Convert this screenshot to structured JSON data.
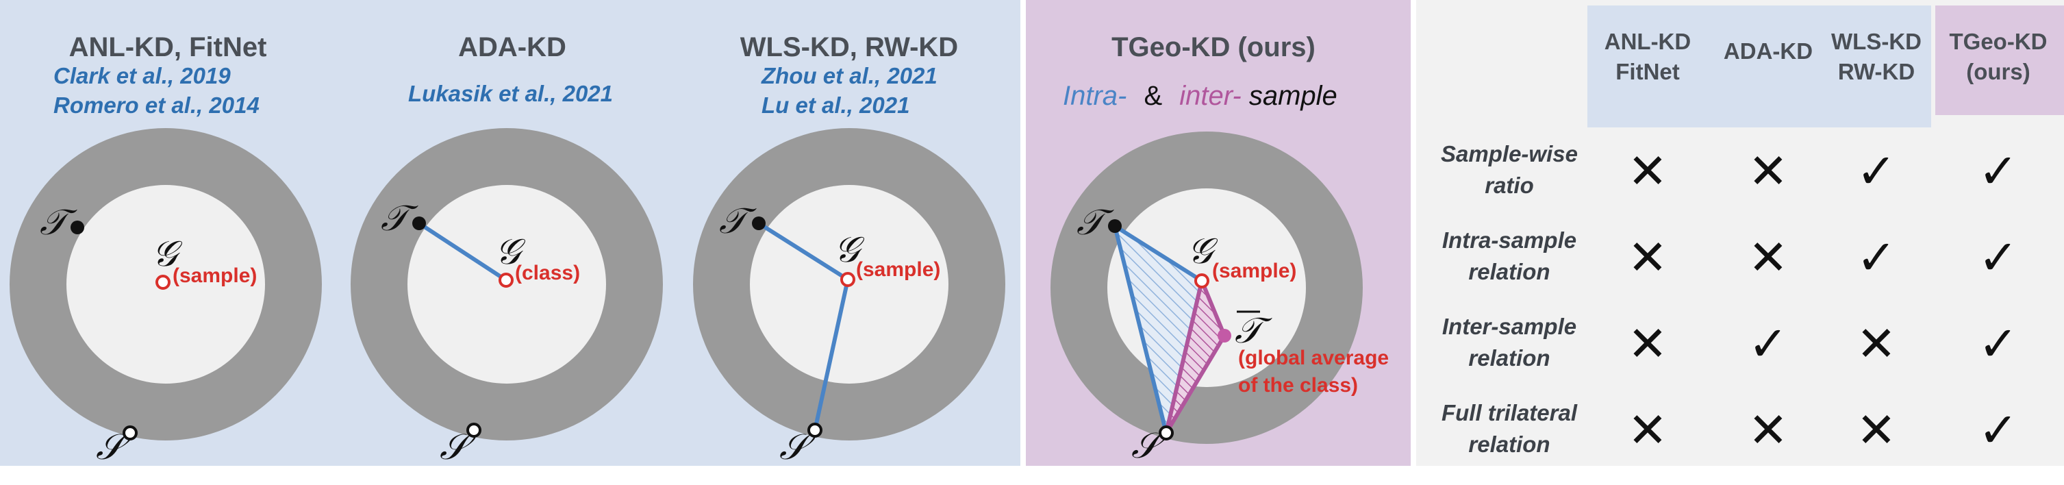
{
  "panels": [
    {
      "title": "ANL-KD, FitNet",
      "citations": [
        "Clark et al., 2019",
        "Romero et al., 2014"
      ],
      "g_label": "(sample)"
    },
    {
      "title": "ADA-KD",
      "citations": [
        "Lukasik et al., 2021"
      ],
      "g_label": "(class)"
    },
    {
      "title": "WLS-KD, RW-KD",
      "citations": [
        "Zhou et al., 2021",
        "Lu et al., 2021"
      ],
      "g_label": "(sample)"
    },
    {
      "title": "TGeo-KD (ours)",
      "legend": {
        "intra": "Intra-",
        "amp": "&",
        "inter": "inter-",
        "sample": "sample"
      },
      "g_label": "(sample)",
      "tbar_label": [
        "(global average",
        "of the class)"
      ]
    }
  ],
  "symbols": {
    "teacher": "𝒯",
    "student": "𝒮",
    "ground_truth": "𝒢",
    "teacher_bar": "𝒯"
  },
  "table": {
    "columns": [
      "ANL-KD\nFitNet",
      "ADA-KD",
      "WLS-KD\nRW-KD",
      "TGeo-KD\n(ours)"
    ],
    "rows": [
      {
        "label": [
          "Sample-wise",
          "ratio"
        ],
        "marks": [
          "cross",
          "cross",
          "check",
          "check"
        ]
      },
      {
        "label": [
          "Intra-sample",
          "relation"
        ],
        "marks": [
          "cross",
          "cross",
          "check",
          "check"
        ]
      },
      {
        "label": [
          "Inter-sample",
          "relation"
        ],
        "marks": [
          "cross",
          "check",
          "cross",
          "check"
        ]
      },
      {
        "label": [
          "Full trilateral",
          "relation"
        ],
        "marks": [
          "cross",
          "cross",
          "cross",
          "check"
        ]
      }
    ]
  },
  "marks": {
    "check": "✓",
    "cross": "✕"
  },
  "colors": {
    "panel_bg": "#d6e0ef",
    "ours_bg": "#dcc8e0",
    "table_bg": "#f2f2f2",
    "ring": "#9a9a9a",
    "disk": "#f0f0f0",
    "blue_line": "#4a84c6",
    "magenta": "#b0569c",
    "red": "#d9302b"
  }
}
